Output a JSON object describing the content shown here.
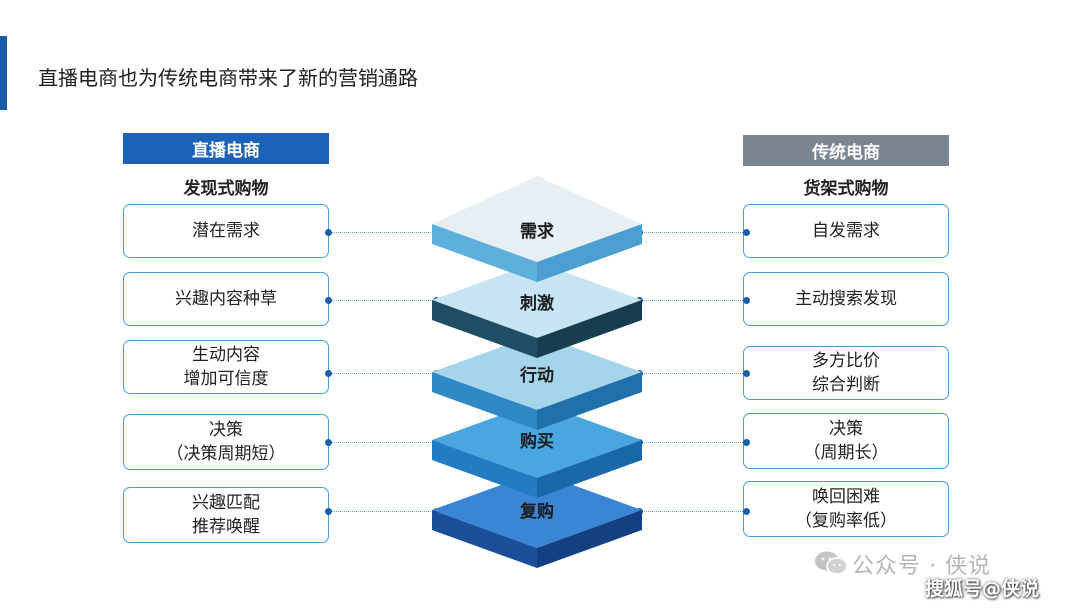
{
  "title": "直播电商也为传统电商带来了新的营销通路",
  "left": {
    "header": "直播电商",
    "subheader": "发现式购物",
    "items": [
      [
        "潜在需求"
      ],
      [
        "兴趣内容种草"
      ],
      [
        "生动内容",
        "增加可信度"
      ],
      [
        "决策",
        "（决策周期短）"
      ],
      [
        "兴趣匹配",
        "推荐唤醒"
      ]
    ]
  },
  "right": {
    "header": "传统电商",
    "subheader": "货架式购物",
    "items": [
      [
        "自发需求"
      ],
      [
        "主动搜索发现"
      ],
      [
        "多方比价",
        "综合判断"
      ],
      [
        "决策",
        "（周期长）"
      ],
      [
        "唤回困难",
        "（复购率低）"
      ]
    ]
  },
  "layers": [
    "需求",
    "刺激",
    "行动",
    "购买",
    "复购"
  ],
  "colors": {
    "accent": "#1a5aa8",
    "live_header": "#1c63b7",
    "trad_header": "#7a8590",
    "box_border": "#4a9dd8"
  },
  "watermark": "公众号 · 侠说",
  "footer": "搜狐号@侠说"
}
